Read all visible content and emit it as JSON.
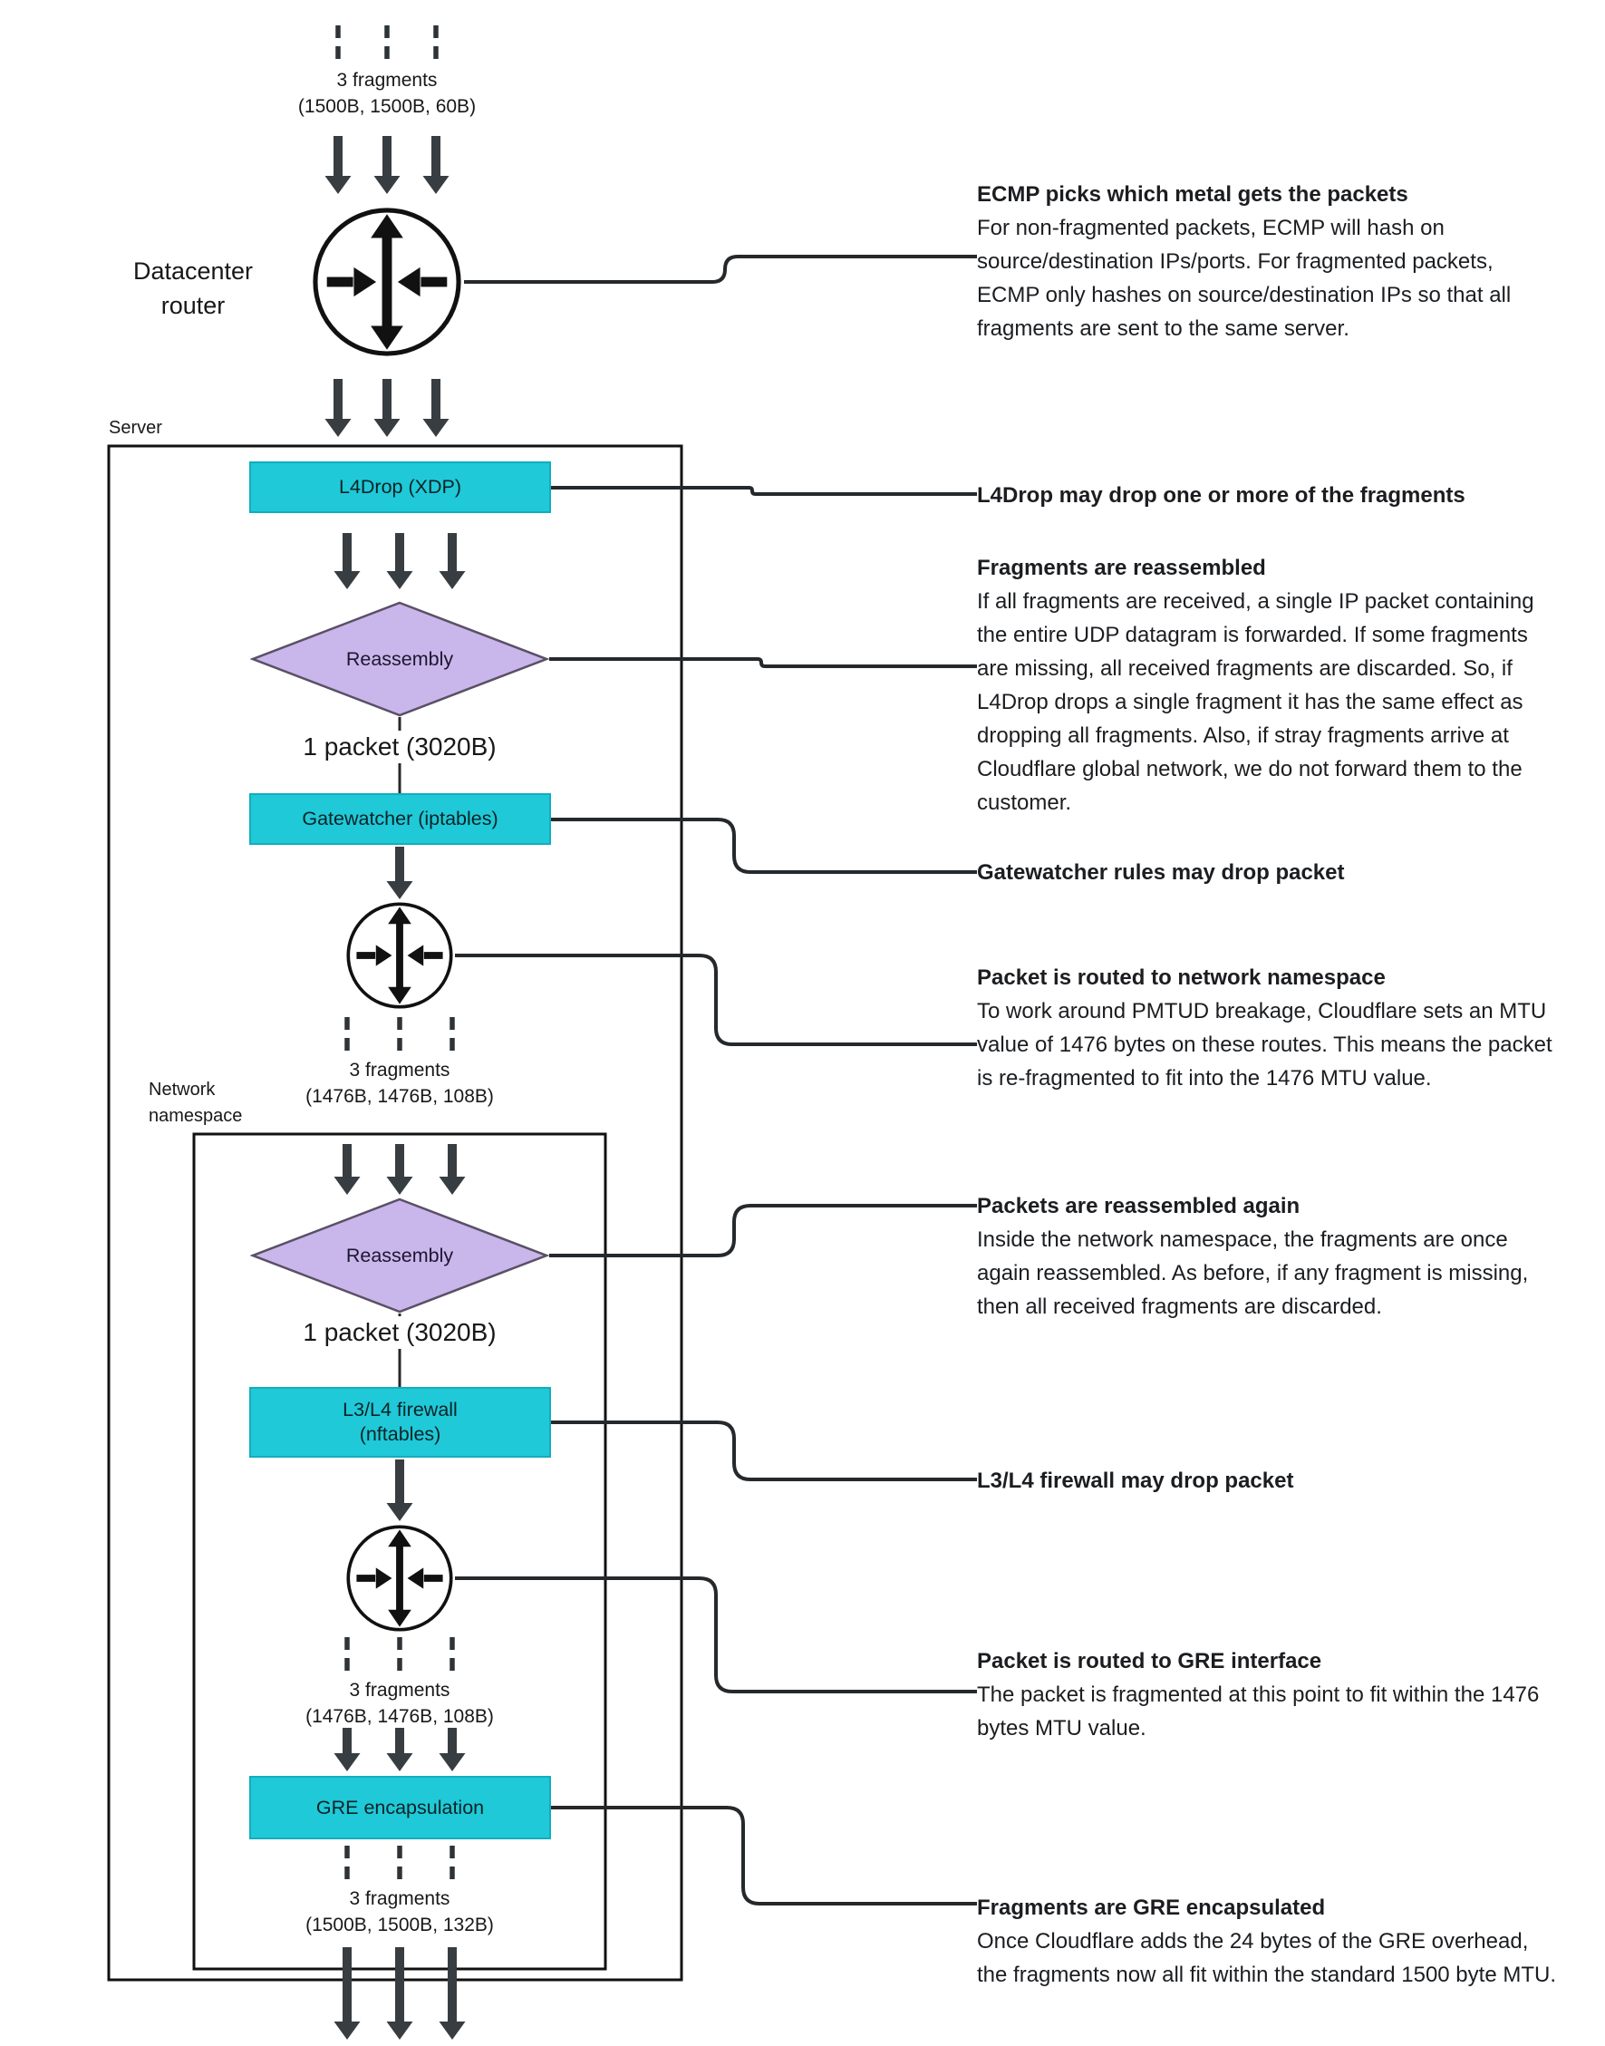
{
  "colors": {
    "node_fill": "#1fc9d8",
    "node_border": "#12aebc",
    "diamond_fill": "#c9b6ea",
    "arrow": "#383d41",
    "line": "#26292c",
    "text": "#17181a"
  },
  "labels": {
    "server_box": "Server",
    "namespace_box": "Network\nnamespace",
    "datacenter_router": "Datacenter\nrouter"
  },
  "nodes": {
    "l4drop": "L4Drop (XDP)",
    "reassembly_1": "Reassembly",
    "gatewatcher": "Gatewatcher (iptables)",
    "reassembly_2": "Reassembly",
    "firewall": "L3/L4 firewall\n(nftables)",
    "gre": "GRE encapsulation"
  },
  "packets": {
    "fragments_in": {
      "label": "3 fragments",
      "sizes": "(1500B, 1500B, 60B)"
    },
    "packet_reassembled_1": "1 packet (3020B)",
    "fragments_ns": {
      "label": "3 fragments",
      "sizes": "(1476B, 1476B, 108B)"
    },
    "packet_reassembled_2": "1 packet (3020B)",
    "fragments_gre_in": {
      "label": "3 fragments",
      "sizes": "(1476B, 1476B, 108B)"
    },
    "fragments_out": {
      "label": "3 fragments",
      "sizes": "(1500B, 1500B, 132B)"
    }
  },
  "annotations": [
    {
      "title": "ECMP picks which metal gets the packets",
      "body": "For non-fragmented packets, ECMP will hash on source/destination IPs/ports. For fragmented packets, ECMP only hashes on source/destination IPs so that all fragments are sent to the same server."
    },
    {
      "title": "L4Drop may drop one or more of the fragments",
      "body": ""
    },
    {
      "title": "Fragments are reassembled",
      "body": "If all fragments are received, a single IP packet containing the entire UDP datagram is forwarded. If some fragments are missing, all received fragments are discarded. So, if L4Drop drops a single fragment it has the same effect as dropping all fragments. Also, if stray fragments arrive at Cloudflare global network, we do not forward them to the customer."
    },
    {
      "title": "Gatewatcher rules may drop packet",
      "body": ""
    },
    {
      "title": "Packet is routed to network namespace",
      "body": "To work around PMTUD breakage, Cloudflare sets an MTU value of 1476 bytes on these routes. This means the packet is re-fragmented to fit into the 1476 MTU value."
    },
    {
      "title": "Packets are reassembled again",
      "body": "Inside the network namespace, the fragments are once again reassembled. As before, if any fragment is missing, then all received fragments are discarded."
    },
    {
      "title": "L3/L4 firewall may drop packet",
      "body": ""
    },
    {
      "title": "Packet is routed to GRE interface",
      "body": "The packet is fragmented at this point to fit within the 1476 bytes MTU value."
    },
    {
      "title": "Fragments are GRE encapsulated",
      "body": "Once Cloudflare adds the 24 bytes of the GRE overhead, the fragments now all fit within the standard 1500 byte MTU."
    }
  ]
}
